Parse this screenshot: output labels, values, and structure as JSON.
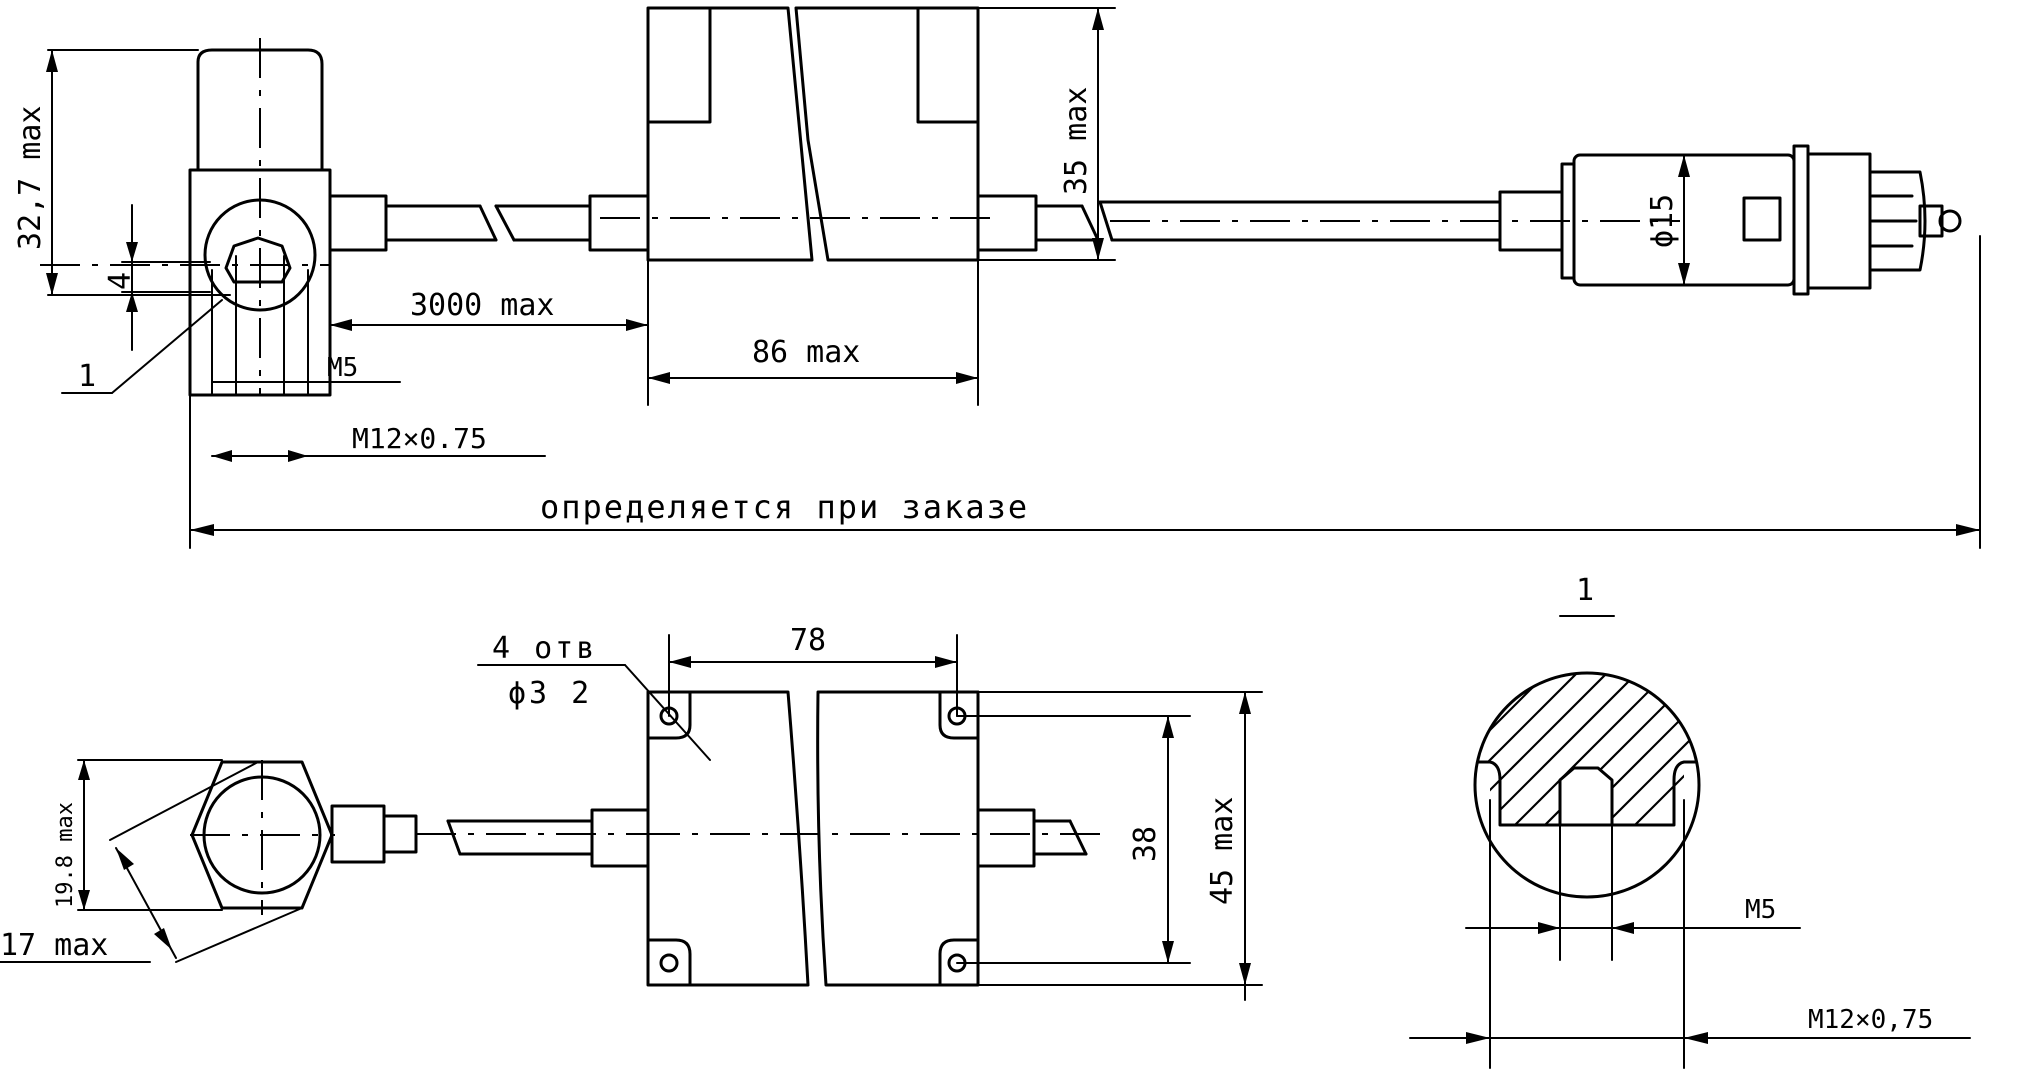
{
  "dims": {
    "h_left": "32,7 max",
    "d4": "4",
    "cable_len": "3000 max",
    "m5_top": "M5",
    "ref1": "1",
    "m12_top": "M12×0.75",
    "body_w": "86 max",
    "h_35": "35 max",
    "d15": "ϕ15",
    "total_len": "определяется при заказе",
    "holes_count": "4 отв",
    "holes_dia": "ϕ3 2",
    "hole_pitch": "78",
    "hex_h": "19.8 max",
    "hex_w": "17 max",
    "h_38": "38",
    "h_45": "45 max",
    "detail_label": "1",
    "m5_detail": "M5",
    "m12_detail": "M12×0,75"
  }
}
